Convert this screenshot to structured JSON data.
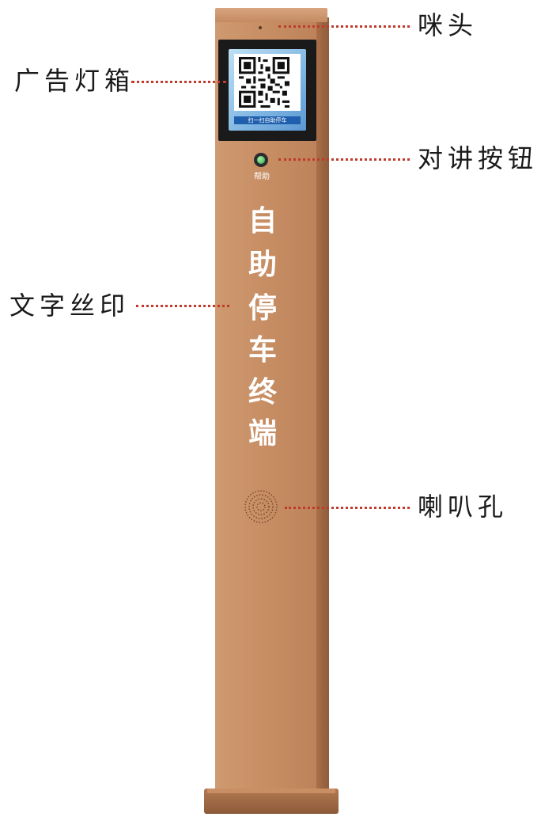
{
  "callouts": {
    "mic": "咪头",
    "lightbox": "广告灯箱",
    "intercom_button": "对讲按钮",
    "silkscreen_text": "文字丝印",
    "speaker_holes": "喇叭孔"
  },
  "device": {
    "screen_caption": "扫一扫自助停车",
    "help_label": "帮助",
    "title_chars": [
      "自",
      "助",
      "停",
      "车",
      "终",
      "端"
    ]
  },
  "colors": {
    "leader": "#c0392b",
    "pillar": "#c88f65",
    "screen_bar": "#1f5fae",
    "button_light": "#2fa84f"
  }
}
